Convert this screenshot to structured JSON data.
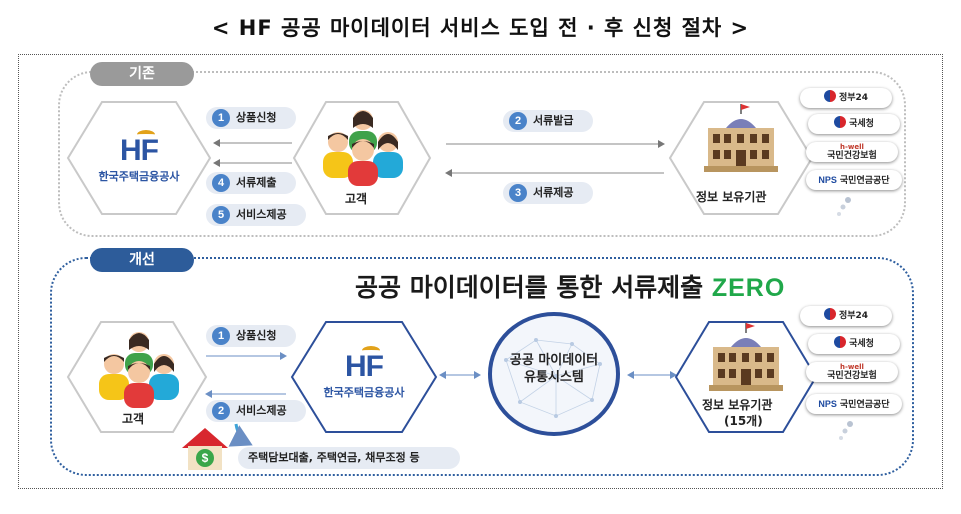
{
  "title": "< HF 공공 마이데이터 서비스 도입 전 · 후 신청 절차 >",
  "before": {
    "tab": "기존",
    "hf_logo": "HF",
    "hf_name": "한국주택금융공사",
    "customer": "고객",
    "holder": "정보 보유기관",
    "steps": [
      {
        "num": "1",
        "label": "상품신청"
      },
      {
        "num": "4",
        "label": "서류제출"
      },
      {
        "num": "5",
        "label": "서비스제공"
      },
      {
        "num": "2",
        "label": "서류발급"
      },
      {
        "num": "3",
        "label": "서류제공"
      }
    ],
    "agencies": [
      "정부24",
      "국세청",
      "국민건강보험",
      "국민연금공단"
    ]
  },
  "after": {
    "tab": "개선",
    "headline": "공공 마이데이터를 통한 서류제출",
    "headline_accent": "ZERO",
    "customer": "고객",
    "hf_logo": "HF",
    "hf_name": "한국주택금융공사",
    "system_line1": "공공 마이데이터",
    "system_line2": "유통시스템",
    "holder": "정보 보유기관",
    "holder_count": "(15개)",
    "steps": [
      {
        "num": "1",
        "label": "상품신청"
      },
      {
        "num": "2",
        "label": "서비스제공"
      }
    ],
    "services": "주택담보대출, 주택연금, 채무조정 등",
    "agencies": [
      "정부24",
      "국세청",
      "국민건강보험",
      "국민연금공단"
    ]
  },
  "agency_extra": {
    "hwell": "h-well",
    "nps": "NPS"
  },
  "colors": {
    "hf_blue": "#2c55a3",
    "step_blue": "#4a83c9",
    "after_border": "#2d4f9a",
    "zero_green": "#20a84a",
    "tab_gray": "#9a9a9a"
  }
}
